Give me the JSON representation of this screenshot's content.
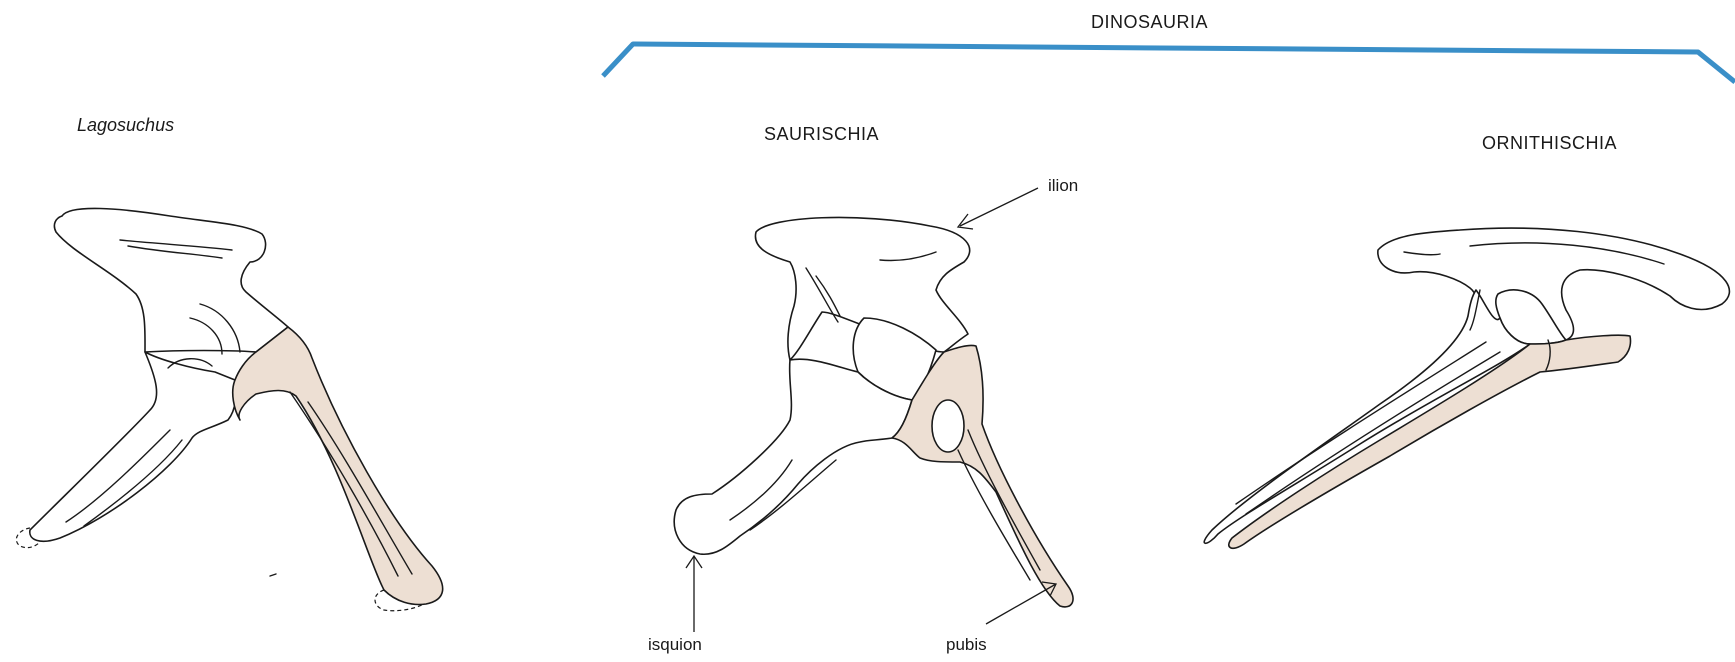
{
  "group": {
    "label": "DINOSAURIA",
    "bracket_color": "#3a8fc8"
  },
  "taxa": {
    "lagosuchus": "Lagosuchus",
    "saurischia": "SAURISCHIA",
    "ornithischia": "ORNITHISCHIA"
  },
  "bones": {
    "ilion": "ilion",
    "isquion": "isquion",
    "pubis": "pubis"
  },
  "colors": {
    "pubis_fill": "#eddfd3",
    "outline": "#1a1a1a"
  }
}
